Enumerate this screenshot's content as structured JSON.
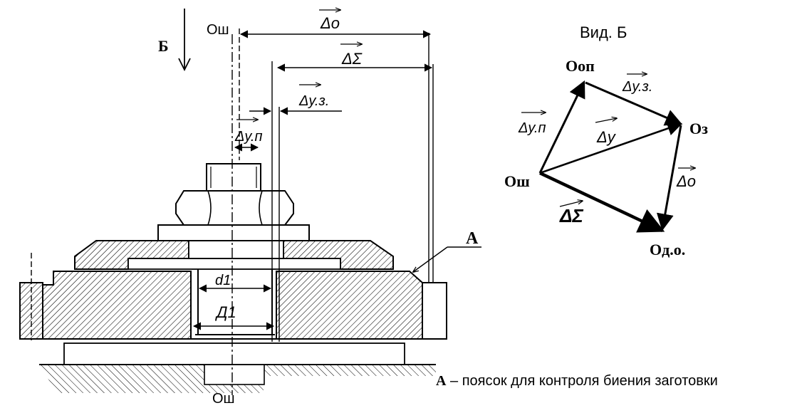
{
  "labels": {
    "view_arrow": "Б",
    "axis_top": "Oш",
    "axis_bottom": "Oш",
    "delta_o": "Δo",
    "delta_sigma": "ΔΣ",
    "delta_yz": "Δy.з.",
    "delta_yp": "Δy.п",
    "d1": "d1",
    "D1": "Д1",
    "mark_A": "A",
    "view_title": "Вид. Б",
    "point_Oop": "Oоп",
    "point_Oz": "Oз",
    "point_Osh": "Oш",
    "point_Odo": "Oд.о.",
    "vec_yz": "Δy.з.",
    "vec_yp": "Δy.п",
    "vec_y": "Δy",
    "vec_o": "Δo",
    "vec_sigma": "ΔΣ"
  },
  "caption": {
    "letter": "A",
    "text": " – поясок для контроля биения заготовки"
  }
}
